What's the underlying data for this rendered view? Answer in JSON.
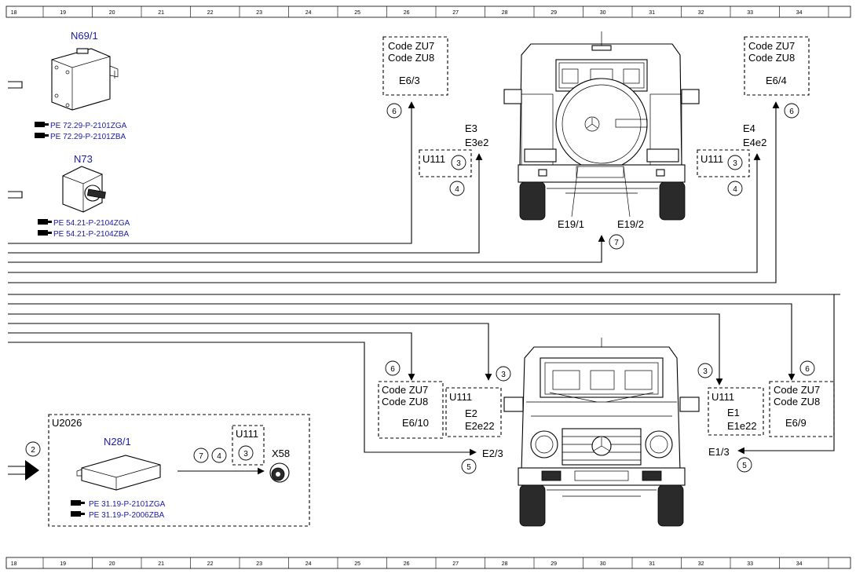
{
  "ruler": {
    "columns": [
      "18",
      "19",
      "20",
      "21",
      "22",
      "23",
      "24",
      "25",
      "26",
      "27",
      "28",
      "29",
      "30",
      "31",
      "32",
      "33",
      "34"
    ]
  },
  "components": {
    "n69_1": {
      "label": "N69/1",
      "refs": [
        "PE 72.29-P-2101ZGA",
        "PE 72.29-P-2101ZBA"
      ]
    },
    "n73": {
      "label": "N73",
      "refs": [
        "PE 54.21-P-2104ZGA",
        "PE 54.21-P-2104ZBA"
      ]
    },
    "n28_1": {
      "label": "N28/1",
      "refs": [
        "PE 31.19-P-2101ZGA",
        "PE 31.19-P-2006ZBA"
      ]
    },
    "u2026": {
      "label": "U2026"
    },
    "x58": {
      "label": "X58"
    }
  },
  "rear_left": {
    "box_code": {
      "line1": "Code ZU7",
      "line2": "Code ZU8",
      "line3": "E6/3"
    },
    "circle_box": "6",
    "e_label1": "E3",
    "e_label2": "E3e2",
    "u111": "U111",
    "u111_circle": "3",
    "circle_below": "4"
  },
  "rear_right": {
    "box_code": {
      "line1": "Code ZU7",
      "line2": "Code ZU8",
      "line3": "E6/4"
    },
    "circle_box": "6",
    "e_label1": "E4",
    "e_label2": "E4e2",
    "u111": "U111",
    "u111_circle": "3",
    "circle_below": "4"
  },
  "rear_vehicle": {
    "label_left": "E19/1",
    "label_right": "E19/2",
    "circle": "7"
  },
  "front_left": {
    "circle_top1": "6",
    "circle_top2": "3",
    "box_code": {
      "line1": "Code ZU7",
      "line2": "Code ZU8",
      "line3": "E6/10"
    },
    "box_u111": {
      "line1": "U111",
      "line2": "E2",
      "line3": "E2e22"
    },
    "arrow_label": "E2/3",
    "circle_below": "5"
  },
  "front_right": {
    "circle_top1": "3",
    "circle_top2": "6",
    "box_u111": {
      "line1": "U111",
      "line2": "E1",
      "line3": "E1e22"
    },
    "box_code": {
      "line1": "Code ZU7",
      "line2": "Code ZU8",
      "line3": "E6/9"
    },
    "arrow_label": "E1/3",
    "circle_below": "5"
  },
  "lower_left": {
    "circle_input": "2",
    "u111": "U111",
    "u111_circle": "3",
    "circle_a": "7",
    "circle_b": "4"
  }
}
